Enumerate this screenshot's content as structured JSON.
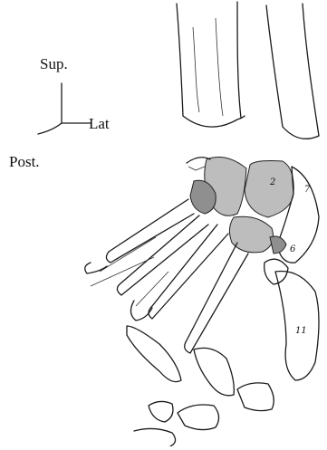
{
  "orientation": {
    "superior_label": "Sup.",
    "lateral_label": "Lat",
    "posterior_label": "Post."
  },
  "bone_numbers": {
    "navicular": "2",
    "cuboid_region": "7",
    "metatarsal_five": "6",
    "first_metatarsal": "11"
  }
}
